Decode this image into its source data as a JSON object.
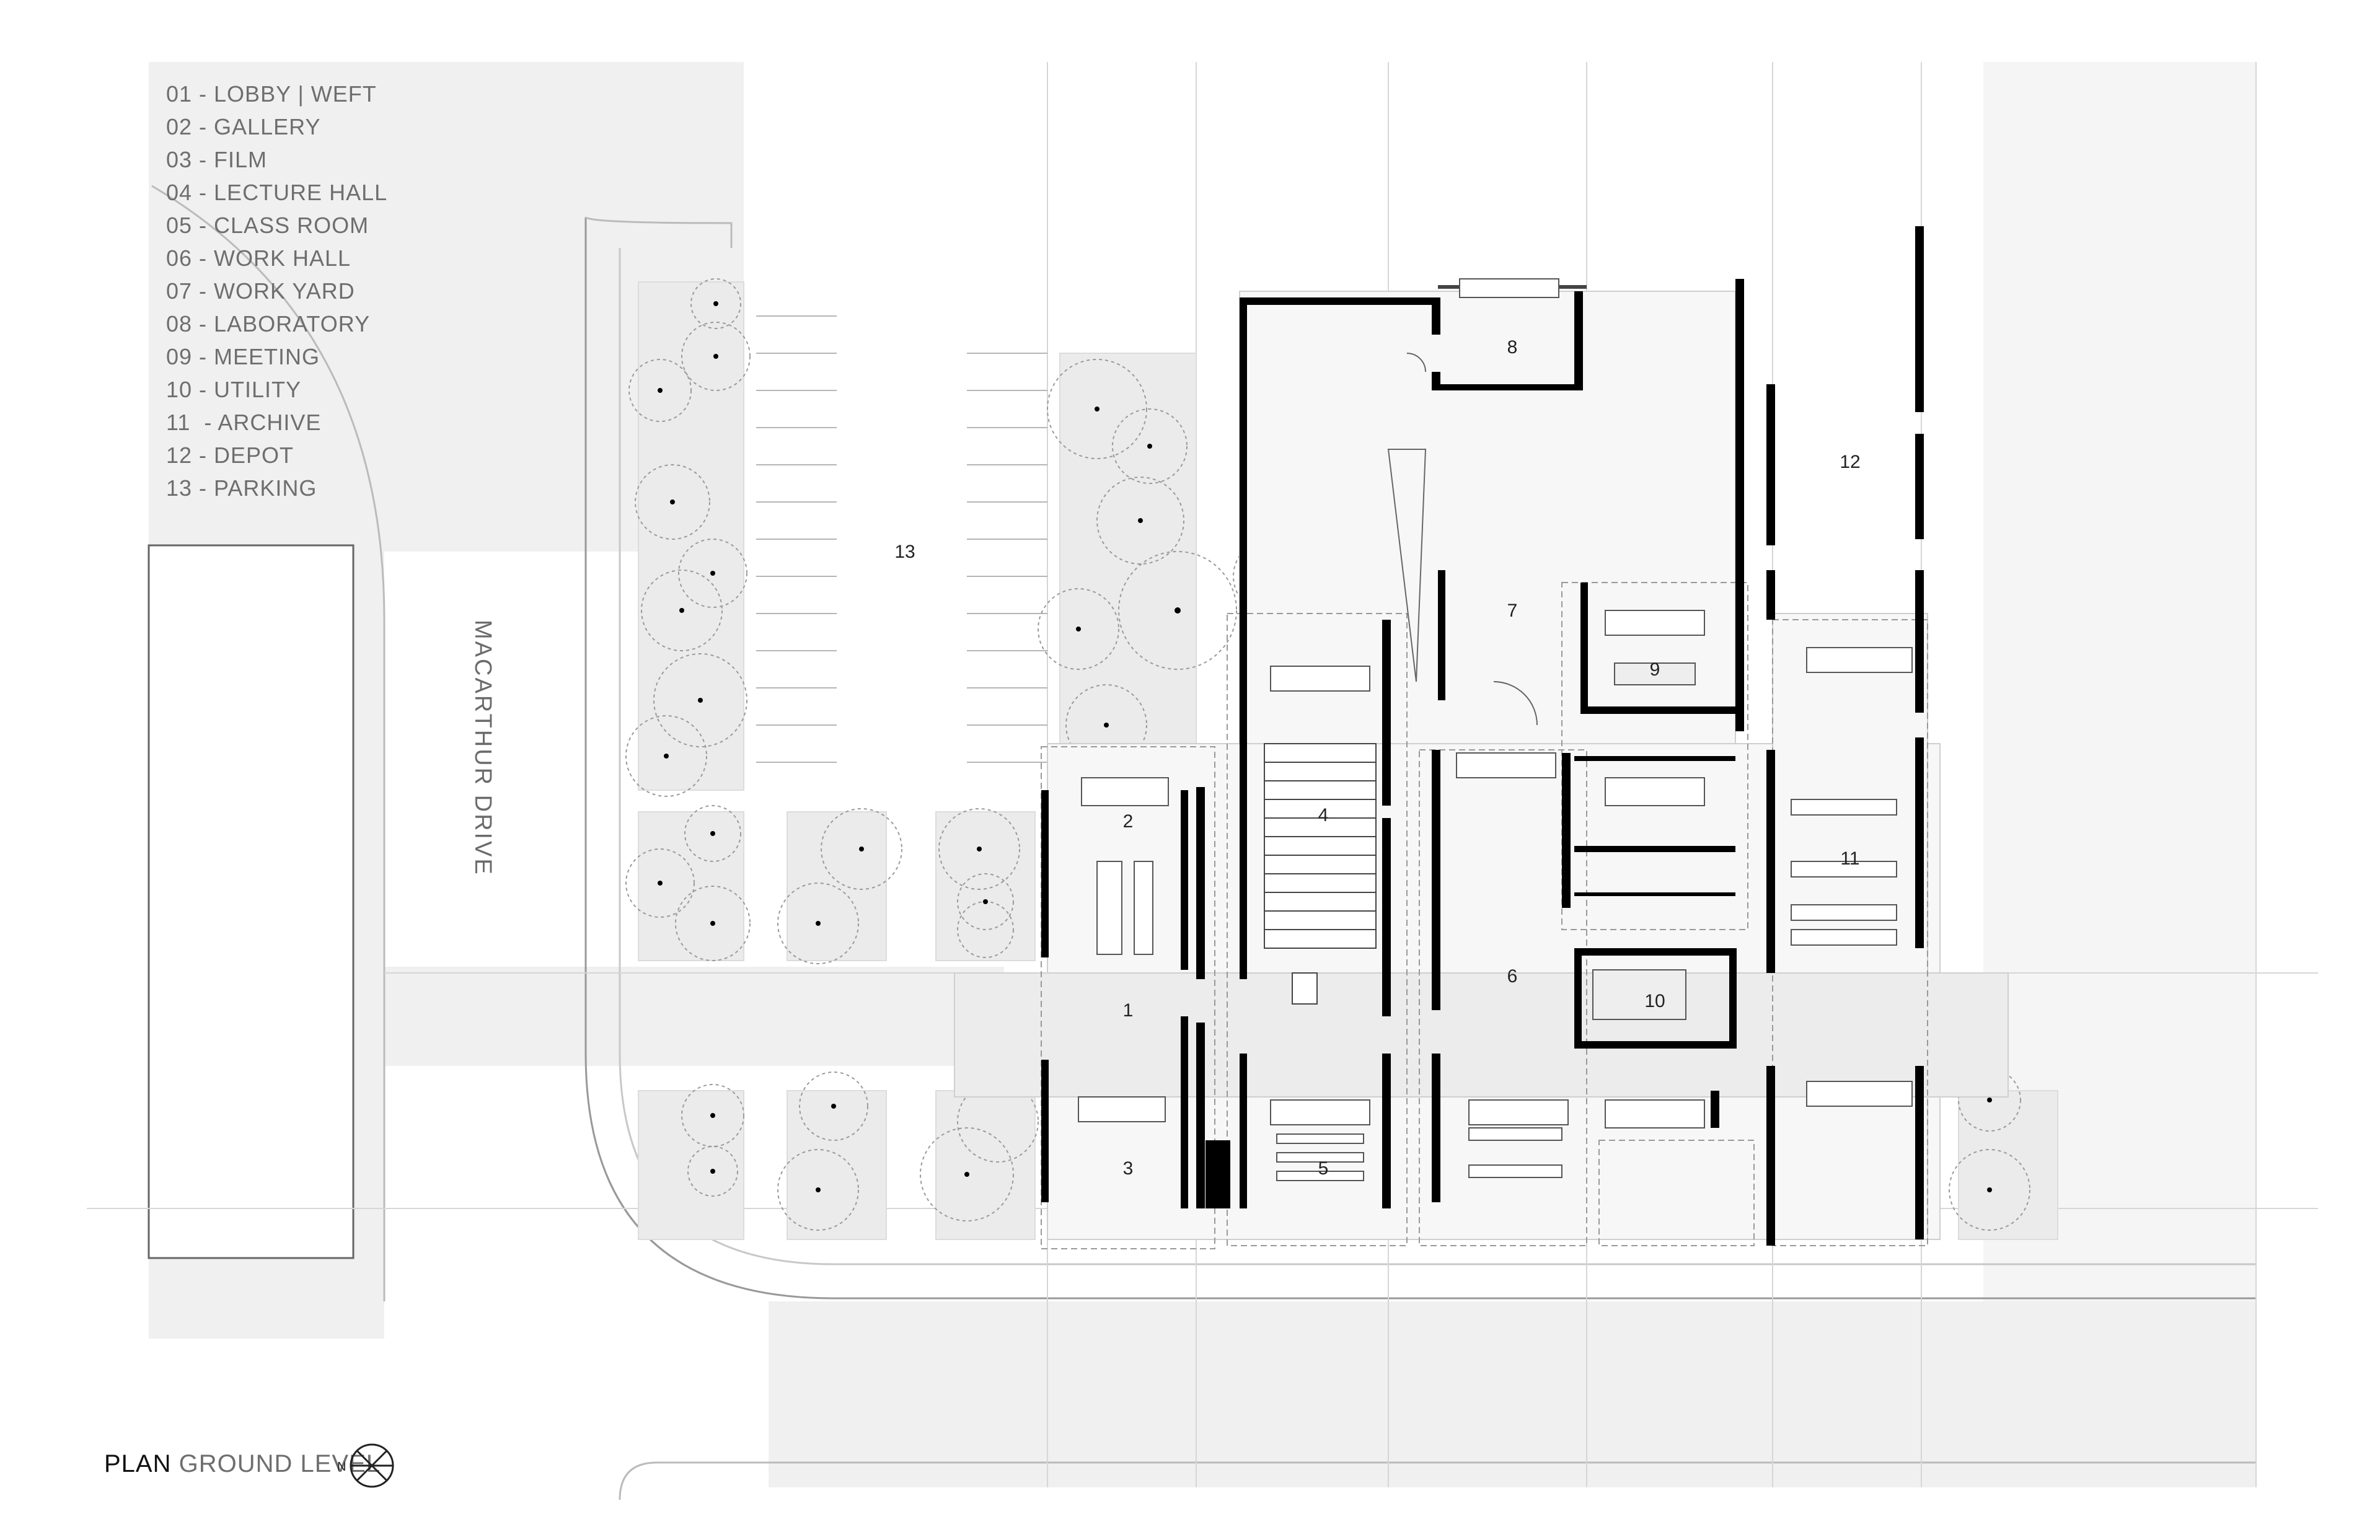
{
  "legend": [
    "01 - LOBBY | WEFT",
    "02 - GALLERY",
    "03 - FILM",
    "04 - LECTURE HALL",
    "05 - CLASS ROOM",
    "06 - WORK HALL",
    "07 - WORK YARD",
    "08 - LABORATORY",
    "09 - MEETING",
    "10 - UTILITY",
    "11  - ARCHIVE",
    "12 - DEPOT",
    "13 - PARKING"
  ],
  "title": {
    "bold": "PLAN",
    "light": " GROUND LEVEL"
  },
  "street_label": "MACARTHUR DRIVE",
  "room_numbers": [
    "1",
    "2",
    "3",
    "4",
    "5",
    "6",
    "7",
    "8",
    "9",
    "10",
    "11",
    "12",
    "13"
  ],
  "colors": {
    "wall": "#000000",
    "paving": "#f0f0f0",
    "line": "#b5b5b5",
    "text": "#6e6e6e"
  }
}
